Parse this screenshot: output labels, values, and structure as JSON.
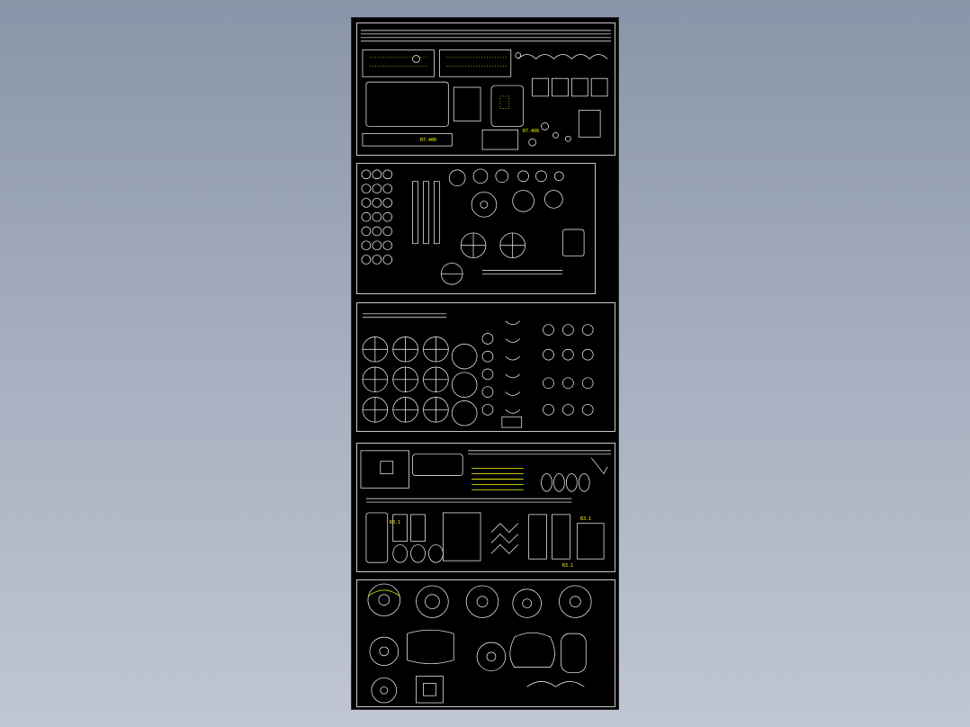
{
  "canvas": {
    "background_top": "#8995a8",
    "background_bottom": "#c0c6d2",
    "sheet_color": "#000000",
    "line_color": "#ffffff",
    "highlight_color": "#ffff00",
    "frame_color": "#c8c8c8"
  },
  "sheets": [
    {
      "id": "sheet-1",
      "content": "plates-and-frame-parts",
      "annotations": [
        "R7.400",
        "R7.400"
      ]
    },
    {
      "id": "sheet-2",
      "content": "gears-and-wheels",
      "annotations": []
    },
    {
      "id": "sheet-3",
      "content": "spoked-wheels-and-brackets",
      "annotations": []
    },
    {
      "id": "sheet-4",
      "content": "linkages-and-rods",
      "annotations": [
        "R3.1",
        "R3.1",
        "R3.1"
      ]
    },
    {
      "id": "sheet-5",
      "content": "housings-and-gearboxes",
      "annotations": []
    }
  ]
}
